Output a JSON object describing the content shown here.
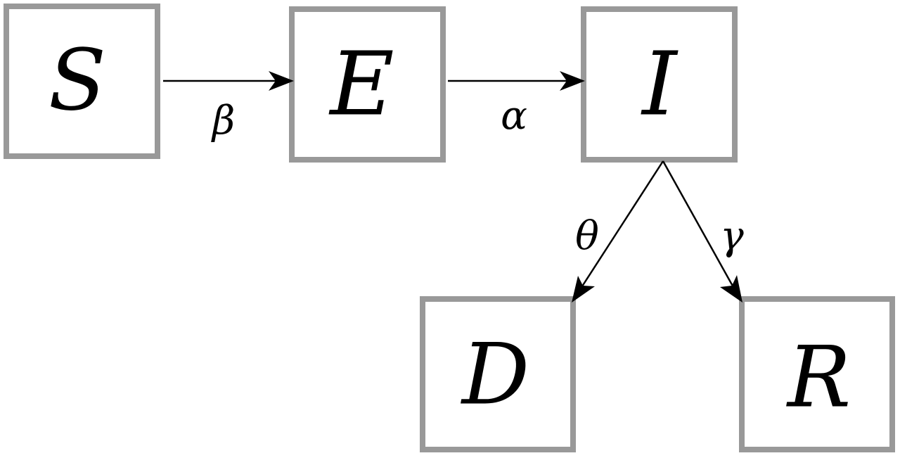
{
  "diagram": {
    "nodes": {
      "S": "S",
      "E": "E",
      "I": "I",
      "D": "D",
      "R": "R"
    },
    "edges": {
      "S_to_E": "β",
      "E_to_I": "α",
      "I_to_D": "θ",
      "I_to_R": "γ"
    },
    "colors": {
      "box_border": "#999999",
      "arrow": "#000000",
      "text": "#000000"
    }
  }
}
